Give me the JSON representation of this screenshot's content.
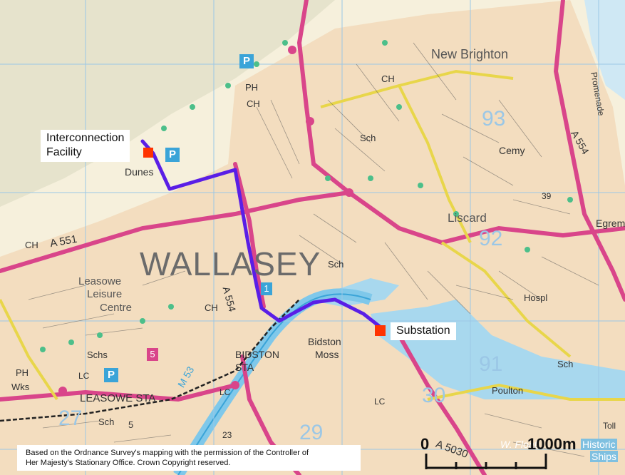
{
  "map": {
    "labels": {
      "interconnection_line1": "Interconnection",
      "interconnection_line2": "Facility",
      "substation": "Substation"
    },
    "place_names": {
      "wallasey": "WALLASEY",
      "new_brighton": "New Brighton",
      "liscard": "Liscard",
      "cemy": "Cemy",
      "egrem": "Egrem",
      "leasowe": "Leasowe",
      "leisure": "Leisure",
      "centre": "Centre",
      "bidston": "Bidston",
      "moss": "Moss",
      "bidston_sta": "BIDSTON",
      "sta": "STA",
      "leasowe_sta": "LEASOWE STA",
      "poulton": "Poulton",
      "dunes": "Dunes",
      "historic": "Historic",
      "ships": "Ships",
      "w_float": "W. Float",
      "promenade": "Promenade",
      "hospl": "Hospl",
      "wks": "Wks"
    },
    "road_labels": {
      "a551": "A 551",
      "a554": "A 554",
      "a554_b": "A 554",
      "a5030": "A 5030",
      "m53": "M 53"
    },
    "small_labels": [
      "CH",
      "CH",
      "CH",
      "CH",
      "PH",
      "PH",
      "Sch",
      "Sch",
      "Sch",
      "Schs",
      "LC",
      "LC",
      "LC",
      "Sch",
      "39",
      "23",
      "5",
      "Toll"
    ],
    "grid_numbers": [
      "93",
      "92",
      "91",
      "30",
      "29",
      "27"
    ],
    "junction_numbers": [
      "1",
      "5"
    ],
    "parking": [
      "P",
      "P",
      "P"
    ],
    "scale": {
      "start": "0",
      "end": "1000m"
    },
    "copyright_line1": "Based on the Ordnance Survey's mapping with the permission of the Controller of",
    "copyright_line2": "Her Majesty's Stationary Office. Crown Copyright reserved.",
    "marker_color": "#ff3300",
    "route_color": "#5a1ee6",
    "icons": [
      "square-marker-icon",
      "parking-icon",
      "church-icon"
    ]
  }
}
